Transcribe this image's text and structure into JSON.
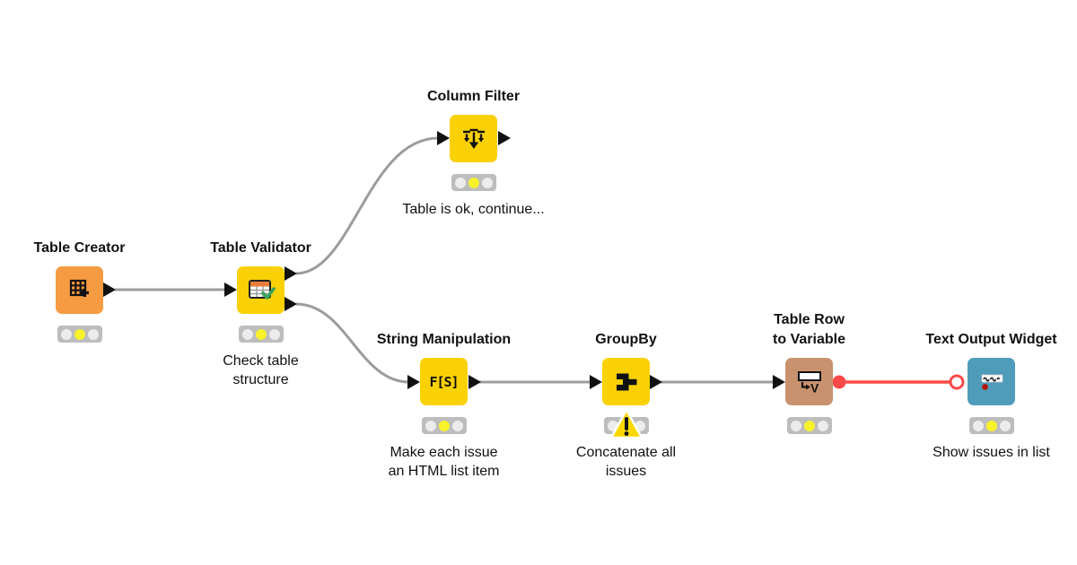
{
  "workflow": {
    "canvas_bg": "#ffffff",
    "edge_color": "#9c9c9c",
    "flow_variable_edge_color": "#fb4a47",
    "port_color": "#111111",
    "traffic_light_bg": "#bdbdbd",
    "traffic_light_off": "#ececec",
    "traffic_light_on_yellow": "#f8f22b",
    "warning_badge_color": "#fcd800"
  },
  "nodes": [
    {
      "id": "table-creator",
      "title": "Table Creator",
      "caption": "",
      "color": "#f69b41",
      "icon": "table-plus-icon",
      "status": "configured-yellow"
    },
    {
      "id": "table-validator",
      "title": "Table Validator",
      "caption": "Check table\nstructure",
      "color": "#fad105",
      "icon": "table-check-icon",
      "status": "configured-yellow"
    },
    {
      "id": "column-filter",
      "title": "Column Filter",
      "caption": "Table is ok, continue...",
      "color": "#fad105",
      "icon": "filter-arrows-icon",
      "status": "configured-yellow"
    },
    {
      "id": "string-manipulation",
      "title": "String Manipulation",
      "caption": "Make each issue\nan HTML list item",
      "color": "#fad105",
      "icon": "string-function-icon",
      "icon_text": "F[S]",
      "status": "configured-yellow"
    },
    {
      "id": "groupby",
      "title": "GroupBy",
      "caption": "Concatenate all\nissues",
      "color": "#fad105",
      "icon": "groupby-icon",
      "status": "configured-yellow-warning"
    },
    {
      "id": "table-row-to-variable",
      "title": "Table Row\nto Variable",
      "caption": "",
      "color": "#c8926e",
      "icon": "row-to-variable-icon",
      "status": "configured-yellow"
    },
    {
      "id": "text-output-widget",
      "title": "Text Output Widget",
      "caption": "Show issues in list",
      "color": "#4e9cba",
      "icon": "text-output-icon",
      "status": "configured-yellow"
    }
  ],
  "edges": [
    {
      "from": "Table Creator",
      "to": "Table Validator",
      "type": "data"
    },
    {
      "from": "Table Validator",
      "to": "Column Filter",
      "type": "data"
    },
    {
      "from": "Table Validator",
      "to": "String Manipulation",
      "type": "data"
    },
    {
      "from": "String Manipulation",
      "to": "GroupBy",
      "type": "data"
    },
    {
      "from": "GroupBy",
      "to": "Table Row to Variable",
      "type": "data"
    },
    {
      "from": "Table Row to Variable",
      "to": "Text Output Widget",
      "type": "flow-variable"
    }
  ]
}
